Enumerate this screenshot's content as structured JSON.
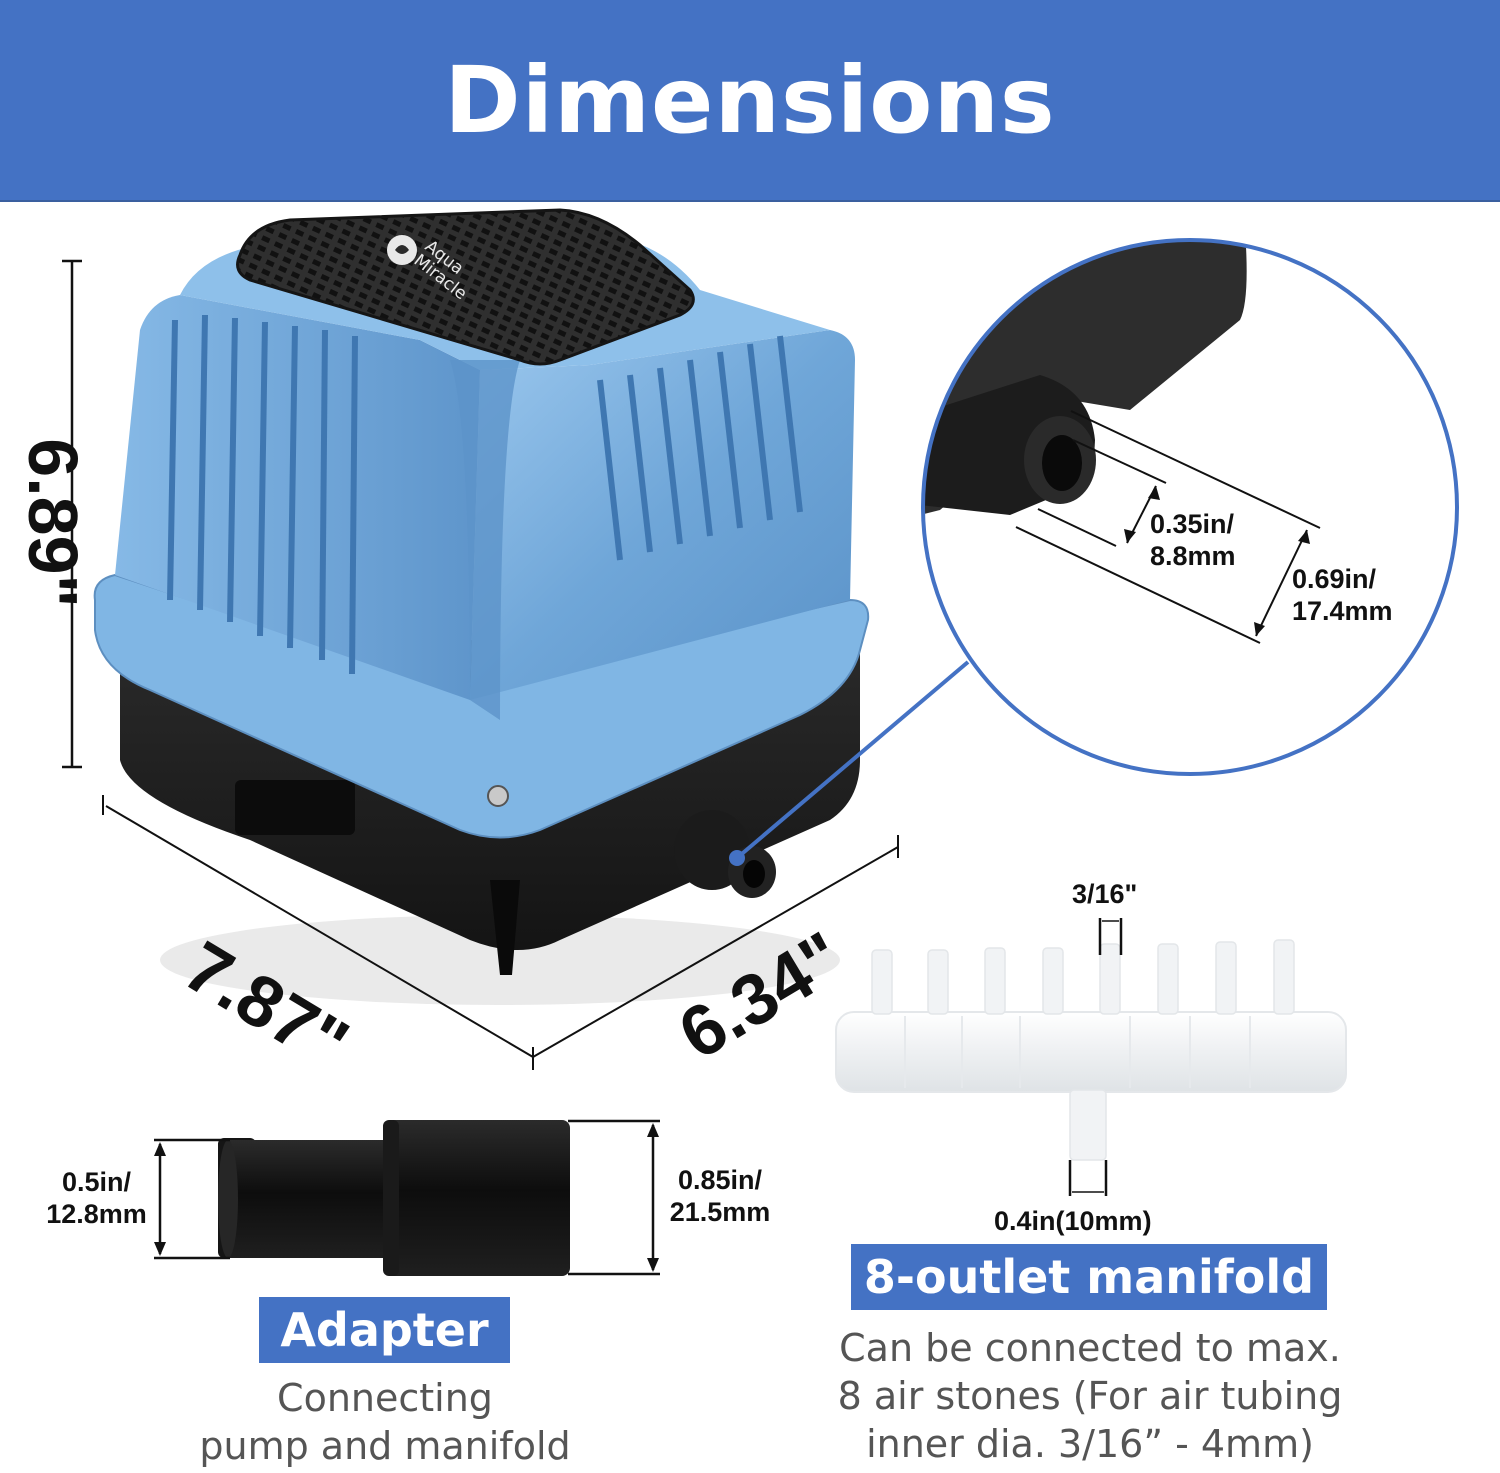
{
  "header": {
    "title": "Dimensions",
    "background_color": "#4472C4"
  },
  "pump": {
    "brand_line1": "Aqua",
    "brand_line2": "Miracle",
    "body_color": "#7fb3e0",
    "base_color": "#1e1e1e",
    "height_label": "6.89\"",
    "length_label": "7.87\"",
    "width_label": "6.34\""
  },
  "outlet_callout": {
    "inner_diameter_line1": "0.35in/",
    "inner_diameter_line2": "8.8mm",
    "outer_diameter_line1": "0.69in/",
    "outer_diameter_line2": "17.4mm",
    "ring_color": "#4472C4"
  },
  "adapter": {
    "small_end_line1": "0.5in/",
    "small_end_line2": "12.8mm",
    "large_end_line1": "0.85in/",
    "large_end_line2": "21.5mm",
    "badge": "Adapter",
    "description_line1": "Connecting",
    "description_line2": "pump and manifold"
  },
  "manifold": {
    "outlet_label": "3/16\"",
    "inlet_label": "0.4in(10mm)",
    "outlet_count": 8,
    "badge": "8-outlet manifold",
    "description_line1": "Can be connected to max.",
    "description_line2": "8 air stones (For air tubing",
    "description_line3": "inner dia. 3/16” - 4mm)"
  }
}
